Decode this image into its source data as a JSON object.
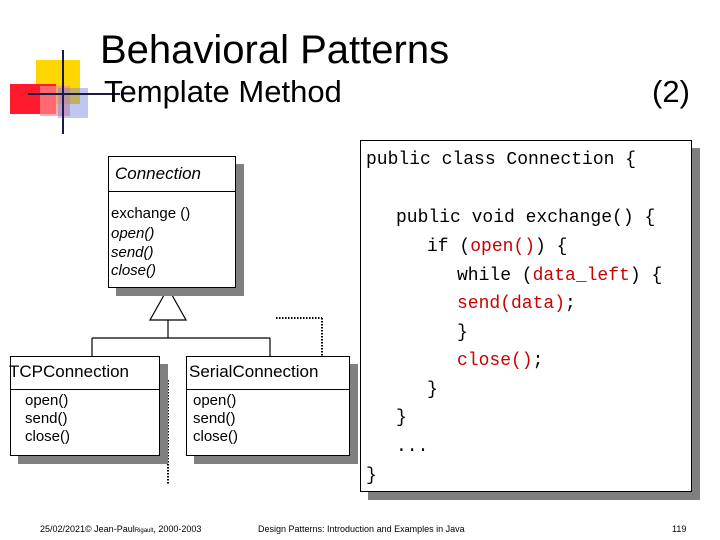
{
  "slide": {
    "title_line1": "Behavioral Patterns",
    "title_line2": "Template Method",
    "title_suffix": "(2)"
  },
  "uml": {
    "base_class": {
      "name": "Connection",
      "methods": [
        "exchange ()",
        "open()",
        "send()",
        "close()"
      ]
    },
    "subclass_left": {
      "name": "TCPConnection",
      "methods": [
        "open()",
        "send()",
        "close()"
      ]
    },
    "subclass_right": {
      "name": "SerialConnection",
      "methods": [
        "open()",
        "send()",
        "close()"
      ]
    }
  },
  "code": {
    "l1": "public class Connection {",
    "l2": "public void exchange() {",
    "l3a": "if (",
    "l3b": "open()",
    "l3c": ") {",
    "l4a": "while (",
    "l4b": "data_left",
    "l4c": ") {",
    "l5a": "send(data)",
    "l5b": ";",
    "l6": "}",
    "l7a": "close()",
    "l7b": ";",
    "l8": "}",
    "l9": "}",
    "l10": "...",
    "l11": "}"
  },
  "footer": {
    "left": "25/02/2021© Jean-Paul",
    "left_small": "Rigault",
    "left_years": ", 2000-2003",
    "center": "Design Patterns: Introduction and Examples in Java",
    "page": "119"
  },
  "colors": {
    "code_highlight": "#cc0000",
    "shadow": "#808080"
  }
}
